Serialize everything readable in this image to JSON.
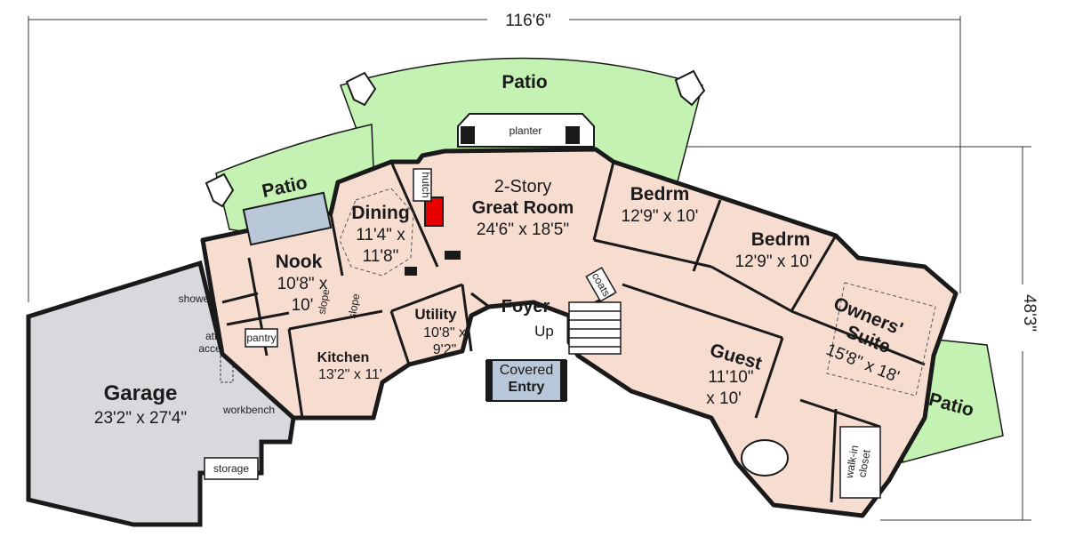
{
  "dimensions": {
    "overall_width": "116'6\"",
    "overall_depth": "48'3\""
  },
  "rooms": {
    "great_room": {
      "line1": "2-Story",
      "line2": "Great Room",
      "line3": "24'6\" x 18'5\""
    },
    "dining": {
      "name": "Dining",
      "line2": "11'4\" x",
      "line3": "11'8\""
    },
    "nook": {
      "name": "Nook",
      "line2": "10'8\" x",
      "line3": "10'"
    },
    "kitchen": {
      "name": "Kitchen",
      "size": "13'2\" x 11'"
    },
    "utility": {
      "name": "Utility",
      "line2": "10'8\" x",
      "line3": "9'2\""
    },
    "foyer": {
      "name": "Foyer"
    },
    "bedrm1": {
      "name": "Bedrm",
      "size": "12'9\" x 10'"
    },
    "bedrm2": {
      "name": "Bedrm",
      "size": "12'9\" x 10'"
    },
    "guest": {
      "name": "Guest",
      "line2": "11'10\"",
      "line3": "x 10'"
    },
    "owners_suite": {
      "line1": "Owners'",
      "line2": "Suite",
      "line3": "15'8\" x 18'"
    },
    "garage": {
      "name": "Garage",
      "size": "23'2\" x 27'4\""
    },
    "covered_entry": {
      "line1": "Covered",
      "line2": "Entry"
    }
  },
  "patios": {
    "top": "Patio",
    "left": "Patio",
    "right": "Patio"
  },
  "small_labels": {
    "planter": "planter",
    "hutch": "hutch",
    "shower": "shower",
    "pantry": "pantry",
    "attic_access_1": "attic",
    "attic_access_2": "access",
    "workbench": "workbench",
    "storage": "storage",
    "slope1": "slope",
    "slope2": "slope",
    "coats": "coats",
    "up": "Up",
    "walk_in_1": "walk-in",
    "walk_in_2": "closet"
  },
  "colors": {
    "room_fill": "#f7ddd0",
    "patio_fill": "#c3f2b2",
    "garage_fill": "#d7d9dd",
    "entry_fill": "#b9c8d8",
    "fireplace": "#e60000",
    "wall": "#1a1a1a"
  }
}
